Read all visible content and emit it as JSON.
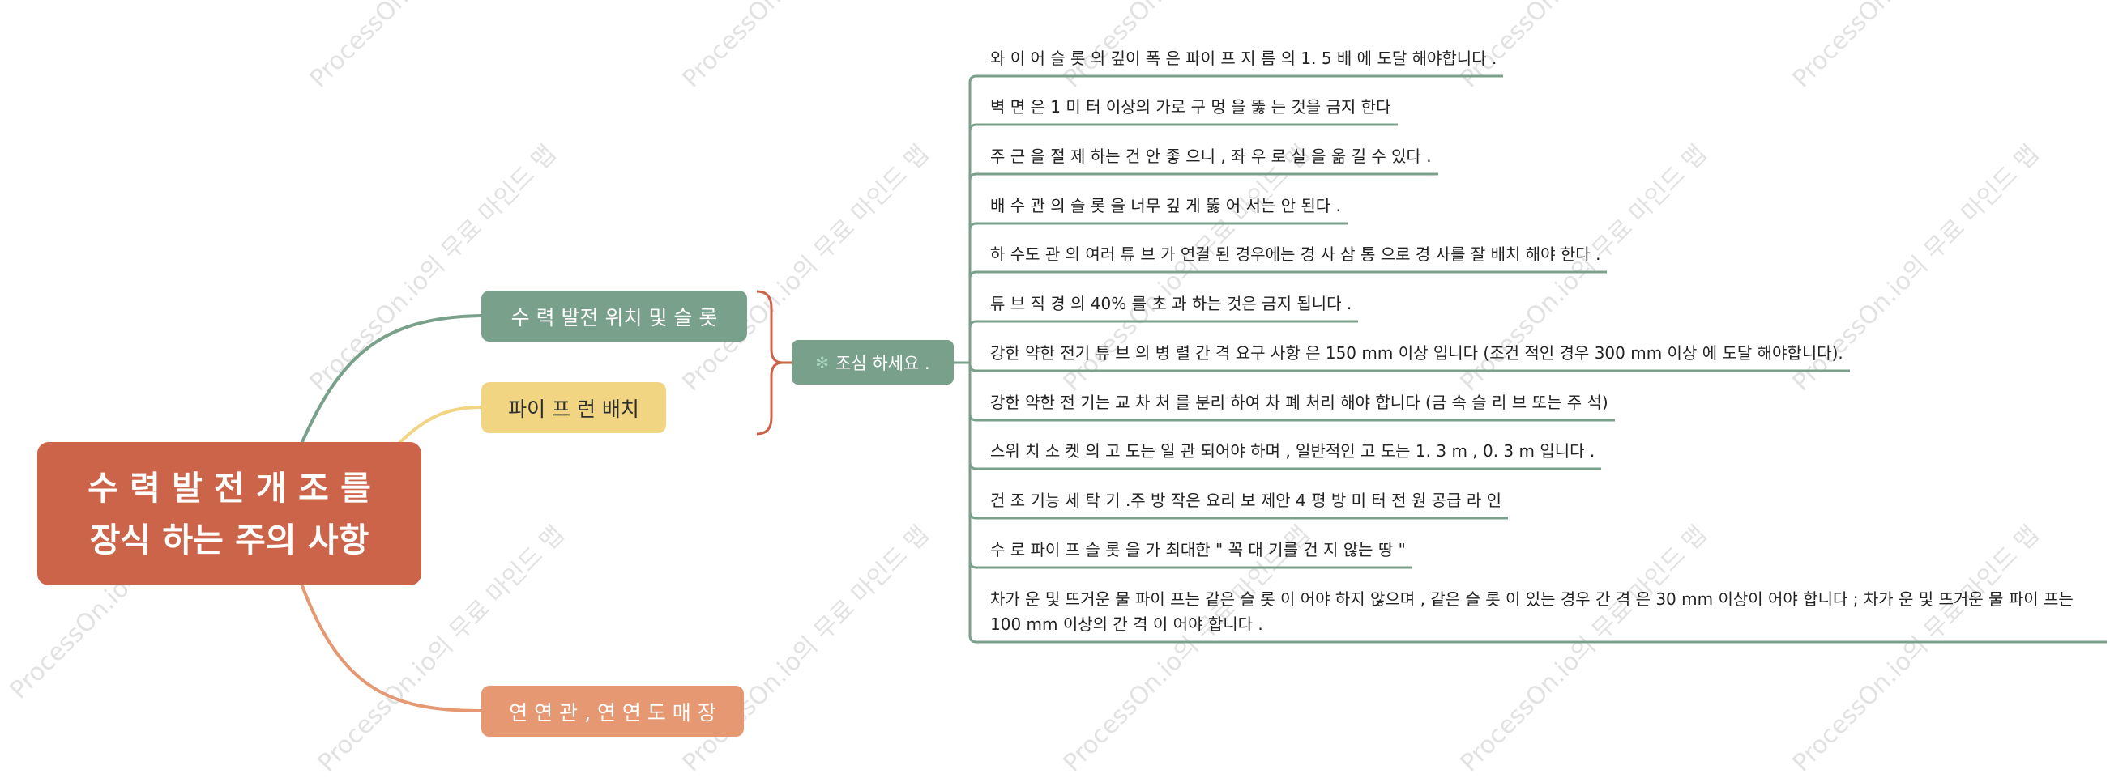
{
  "watermark": "ProcessOn.io의 무료 마인드 맵",
  "root": {
    "title": "수 력 발 전 개 조 를\n장식 하는 주의 사항"
  },
  "branches": [
    {
      "label": "수 력 발전 위치 및 슬 롯",
      "color": "#78a08b"
    },
    {
      "label": "파이 프 런 배치",
      "color": "#f1d583"
    },
    {
      "label": "연 연 관 , 연 연 도 매 장",
      "color": "#e59872"
    }
  ],
  "bracket_color": "#cc6449",
  "topic": {
    "label": "조심 하세요 .",
    "icon": "gear-icon"
  },
  "leaf_line_color": "#78a08b",
  "leaves": [
    "와 이 어 슬 롯 의 깊이 폭 은 파이 프 지 름 의 1. 5 배 에 도달 해야합니다 .",
    "벽 면 은 1 미 터 이상의 가로 구 멍 을 뚫 는 것을 금지 한다",
    "주 근 을 절 제 하는 건 안 좋 으니 , 좌 우 로 실 을 옮 길 수 있다 .",
    "배 수 관 의 슬 롯 을 너무 깊 게 뚫 어 서는 안 된다 .",
    "하 수도 관 의 여러 튜 브 가 연결 된 경우에는 경 사 삼 통 으로 경 사를 잘 배치 해야 한다 .",
    "튜 브 직 경 의 40% 를 초 과 하는 것은 금지 됩니다 .",
    "강한 약한 전기 튜 브 의 병 렬 간 격 요구 사항 은 150 mm 이상 입니다 (조건 적인 경우 300 mm 이상 에 도달 해야합니다).",
    "강한 약한 전 기는 교 차 처 를 분리 하여 차 폐 처리 해야 합니다 (금 속 슬 리 브 또는 주 석)",
    "스위 치 소 켓 의 고 도는 일 관 되어야 하며 , 일반적인 고 도는 1. 3 m , 0. 3 m 입니다 .",
    "건 조 기능 세 탁 기 .주 방 작은 요리 보 제안 4 평 방 미 터 전 원 공급 라 인",
    "수 로 파이 프 슬 롯 을 가 최대한 \" 꼭 대 기를 건 지 않는 땅 \"",
    "차가 운 및 뜨거운 물 파이 프는 같은 슬 롯 이 어야 하지 않으며 , 같은 슬 롯 이 있는 경우 간 격 은 30 mm 이상이 어야 합니다 ; 차가 운 및 뜨거운 물 파이 프는 100 mm 이상의 간 격 이 어야 합니다 ."
  ]
}
